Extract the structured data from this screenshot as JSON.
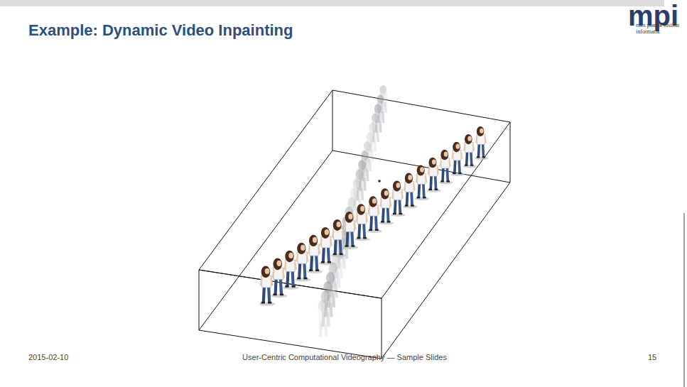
{
  "diagram": {
    "title": "Example: Dynamic Video Inpainting",
    "labels": [
      "mpi",
      "max planck institut informatik",
      "2015-02-10",
      "User-Centric Computational Videography — Sample Slides",
      "15"
    ]
  }
}
